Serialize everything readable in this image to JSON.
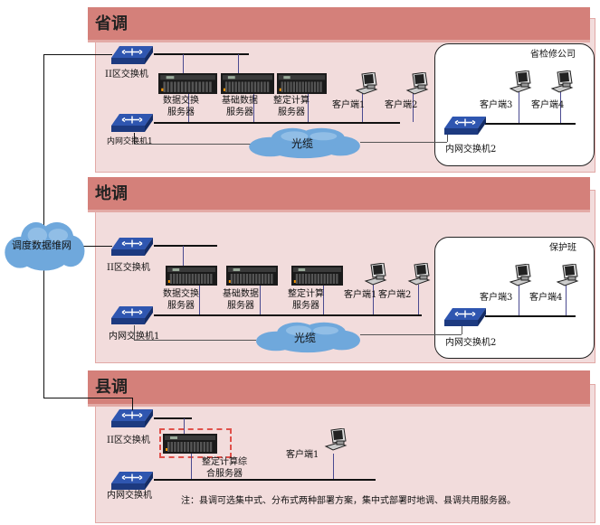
{
  "left_cloud": {
    "label": "调度数据维网"
  },
  "sections": {
    "province": {
      "title": "省调",
      "zone2_switch": "II区交换机",
      "servers": [
        "数据交换\n服务器",
        "基础数据\n服务器",
        "整定计算\n服务器"
      ],
      "clients": [
        "客户端1",
        "客户端2"
      ],
      "inner_switch1": "内网交换机1",
      "fiber": "光缆",
      "remote_box": {
        "title": "省检修公司",
        "clients": [
          "客户端3",
          "客户端4"
        ],
        "inner_switch2": "内网交换机2"
      }
    },
    "prefecture": {
      "title": "地调",
      "zone2_switch": "II区交换机",
      "servers": [
        "数据交换\n服务器",
        "基础数据\n服务器",
        "整定计算\n服务器"
      ],
      "clients": [
        "客户端1",
        "客户端2"
      ],
      "inner_switch1": "内网交换机1",
      "fiber": "光缆",
      "remote_box": {
        "title": "保护班",
        "clients": [
          "客户端3",
          "客户端4"
        ],
        "inner_switch2": "内网交换机2"
      }
    },
    "county": {
      "title": "县调",
      "zone2_switch": "II区交换机",
      "server": "整定计算综\n合服务器",
      "client": "客户端1",
      "inner_switch": "内网交换机",
      "note": "注：县调可选集中式、分布式两种部署方案，集中式部署时地调、县调共用服务器。"
    }
  },
  "colors": {
    "band": "#d4807a",
    "panel": "#f2dcdc",
    "dashed_highlight": "#e0504a",
    "switch": "#2f56b0",
    "cloud": "#5b9bd5"
  }
}
